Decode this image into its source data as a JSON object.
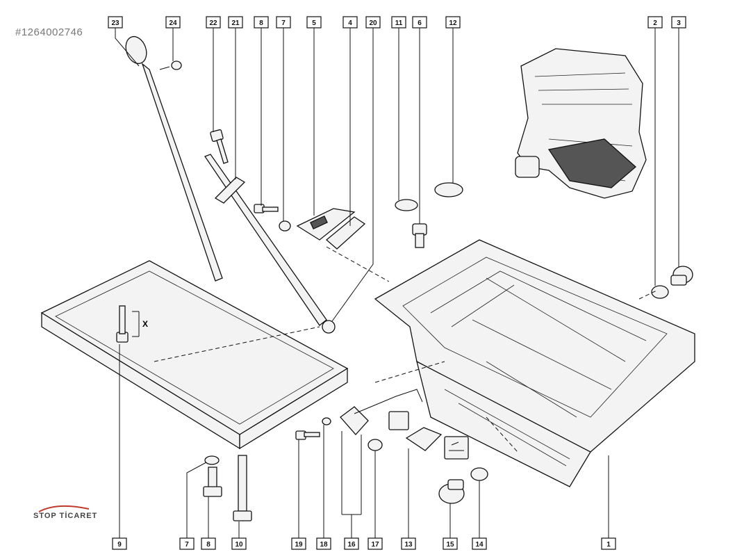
{
  "watermark": "#1264002746",
  "logo_text": "STOP TİCARET",
  "dim_label": "X",
  "callouts_top": [
    "23",
    "24",
    "22",
    "21",
    "8",
    "7",
    "5",
    "4",
    "20",
    "11",
    "6",
    "12",
    "2",
    "3"
  ],
  "callouts_bottom": [
    "9",
    "7",
    "8",
    "10",
    "19",
    "18",
    "16",
    "17",
    "13",
    "15",
    "14",
    "1"
  ],
  "colors": {
    "line": "#111111",
    "logo_red": "#c0392b"
  }
}
